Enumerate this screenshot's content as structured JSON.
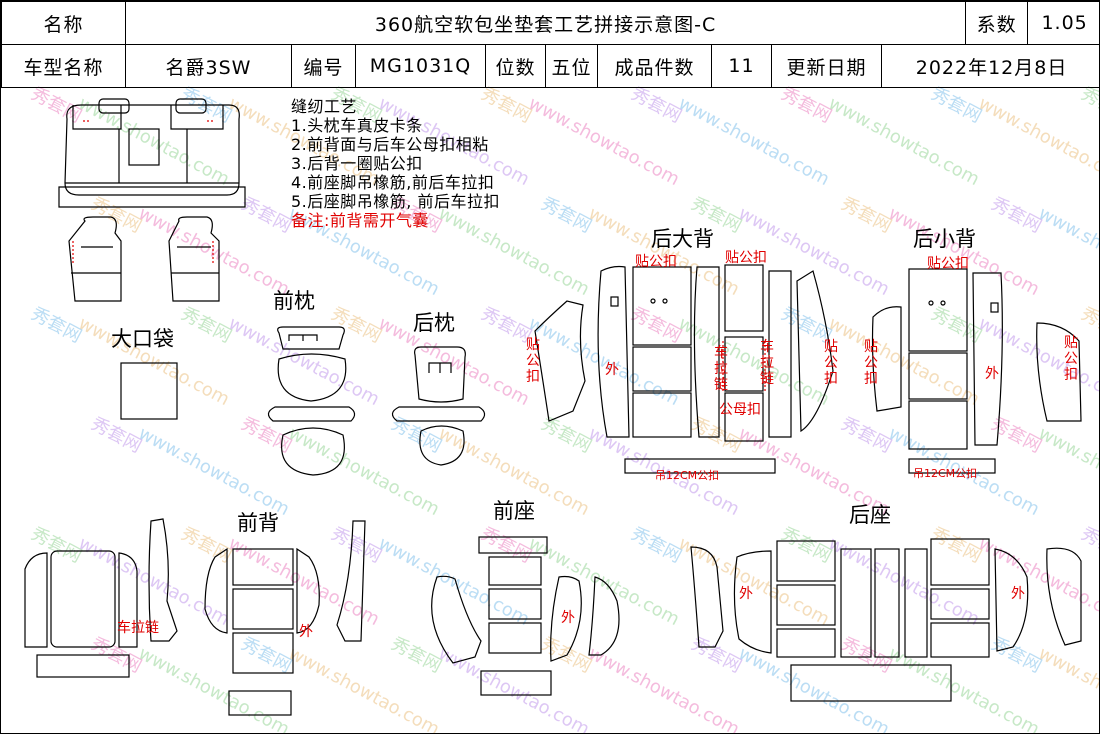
{
  "header": {
    "name_label": "名称",
    "title": "360航空软包坐垫套工艺拼接示意图-C",
    "coef_label": "系数",
    "coef_value": "1.05",
    "model_label": "车型名称",
    "model_value": "名爵3SW",
    "code_label": "编号",
    "code_value": "MG1031Q",
    "seats_label": "位数",
    "seats_value": "五位",
    "pieces_label": "成品件数",
    "pieces_value": "11",
    "date_label": "更新日期",
    "date_value": "2022年12月8日"
  },
  "notes": {
    "heading": "缝纫工艺",
    "steps": [
      "1.头枕车真皮卡条",
      "2.前背面与后车公母扣相粘",
      "3.后背一圈贴公扣",
      "4.前座脚吊橡筋,前后车拉扣",
      "5.后座脚吊橡筋, 前后车拉扣"
    ],
    "remark": "备注:前背需开气囊"
  },
  "sections": {
    "big_pocket": "大口袋",
    "front_headrest": "前枕",
    "rear_headrest": "后枕",
    "rear_big_back": "后大背",
    "rear_small_back": "后小背",
    "front_back": "前背",
    "front_seat": "前座",
    "rear_seat": "后座"
  },
  "annotations": {
    "stick_male_clip": "贴公扣",
    "outside": "外",
    "sew_zipper": "车拉链",
    "male_female_clip": "公母扣",
    "hang_12cm_male": "吊12CM公扣"
  },
  "watermark": {
    "cn": "秀套网",
    "en": "www.showtao.com"
  },
  "colors": {
    "annotation_red": "#e00000",
    "line": "#000000"
  }
}
